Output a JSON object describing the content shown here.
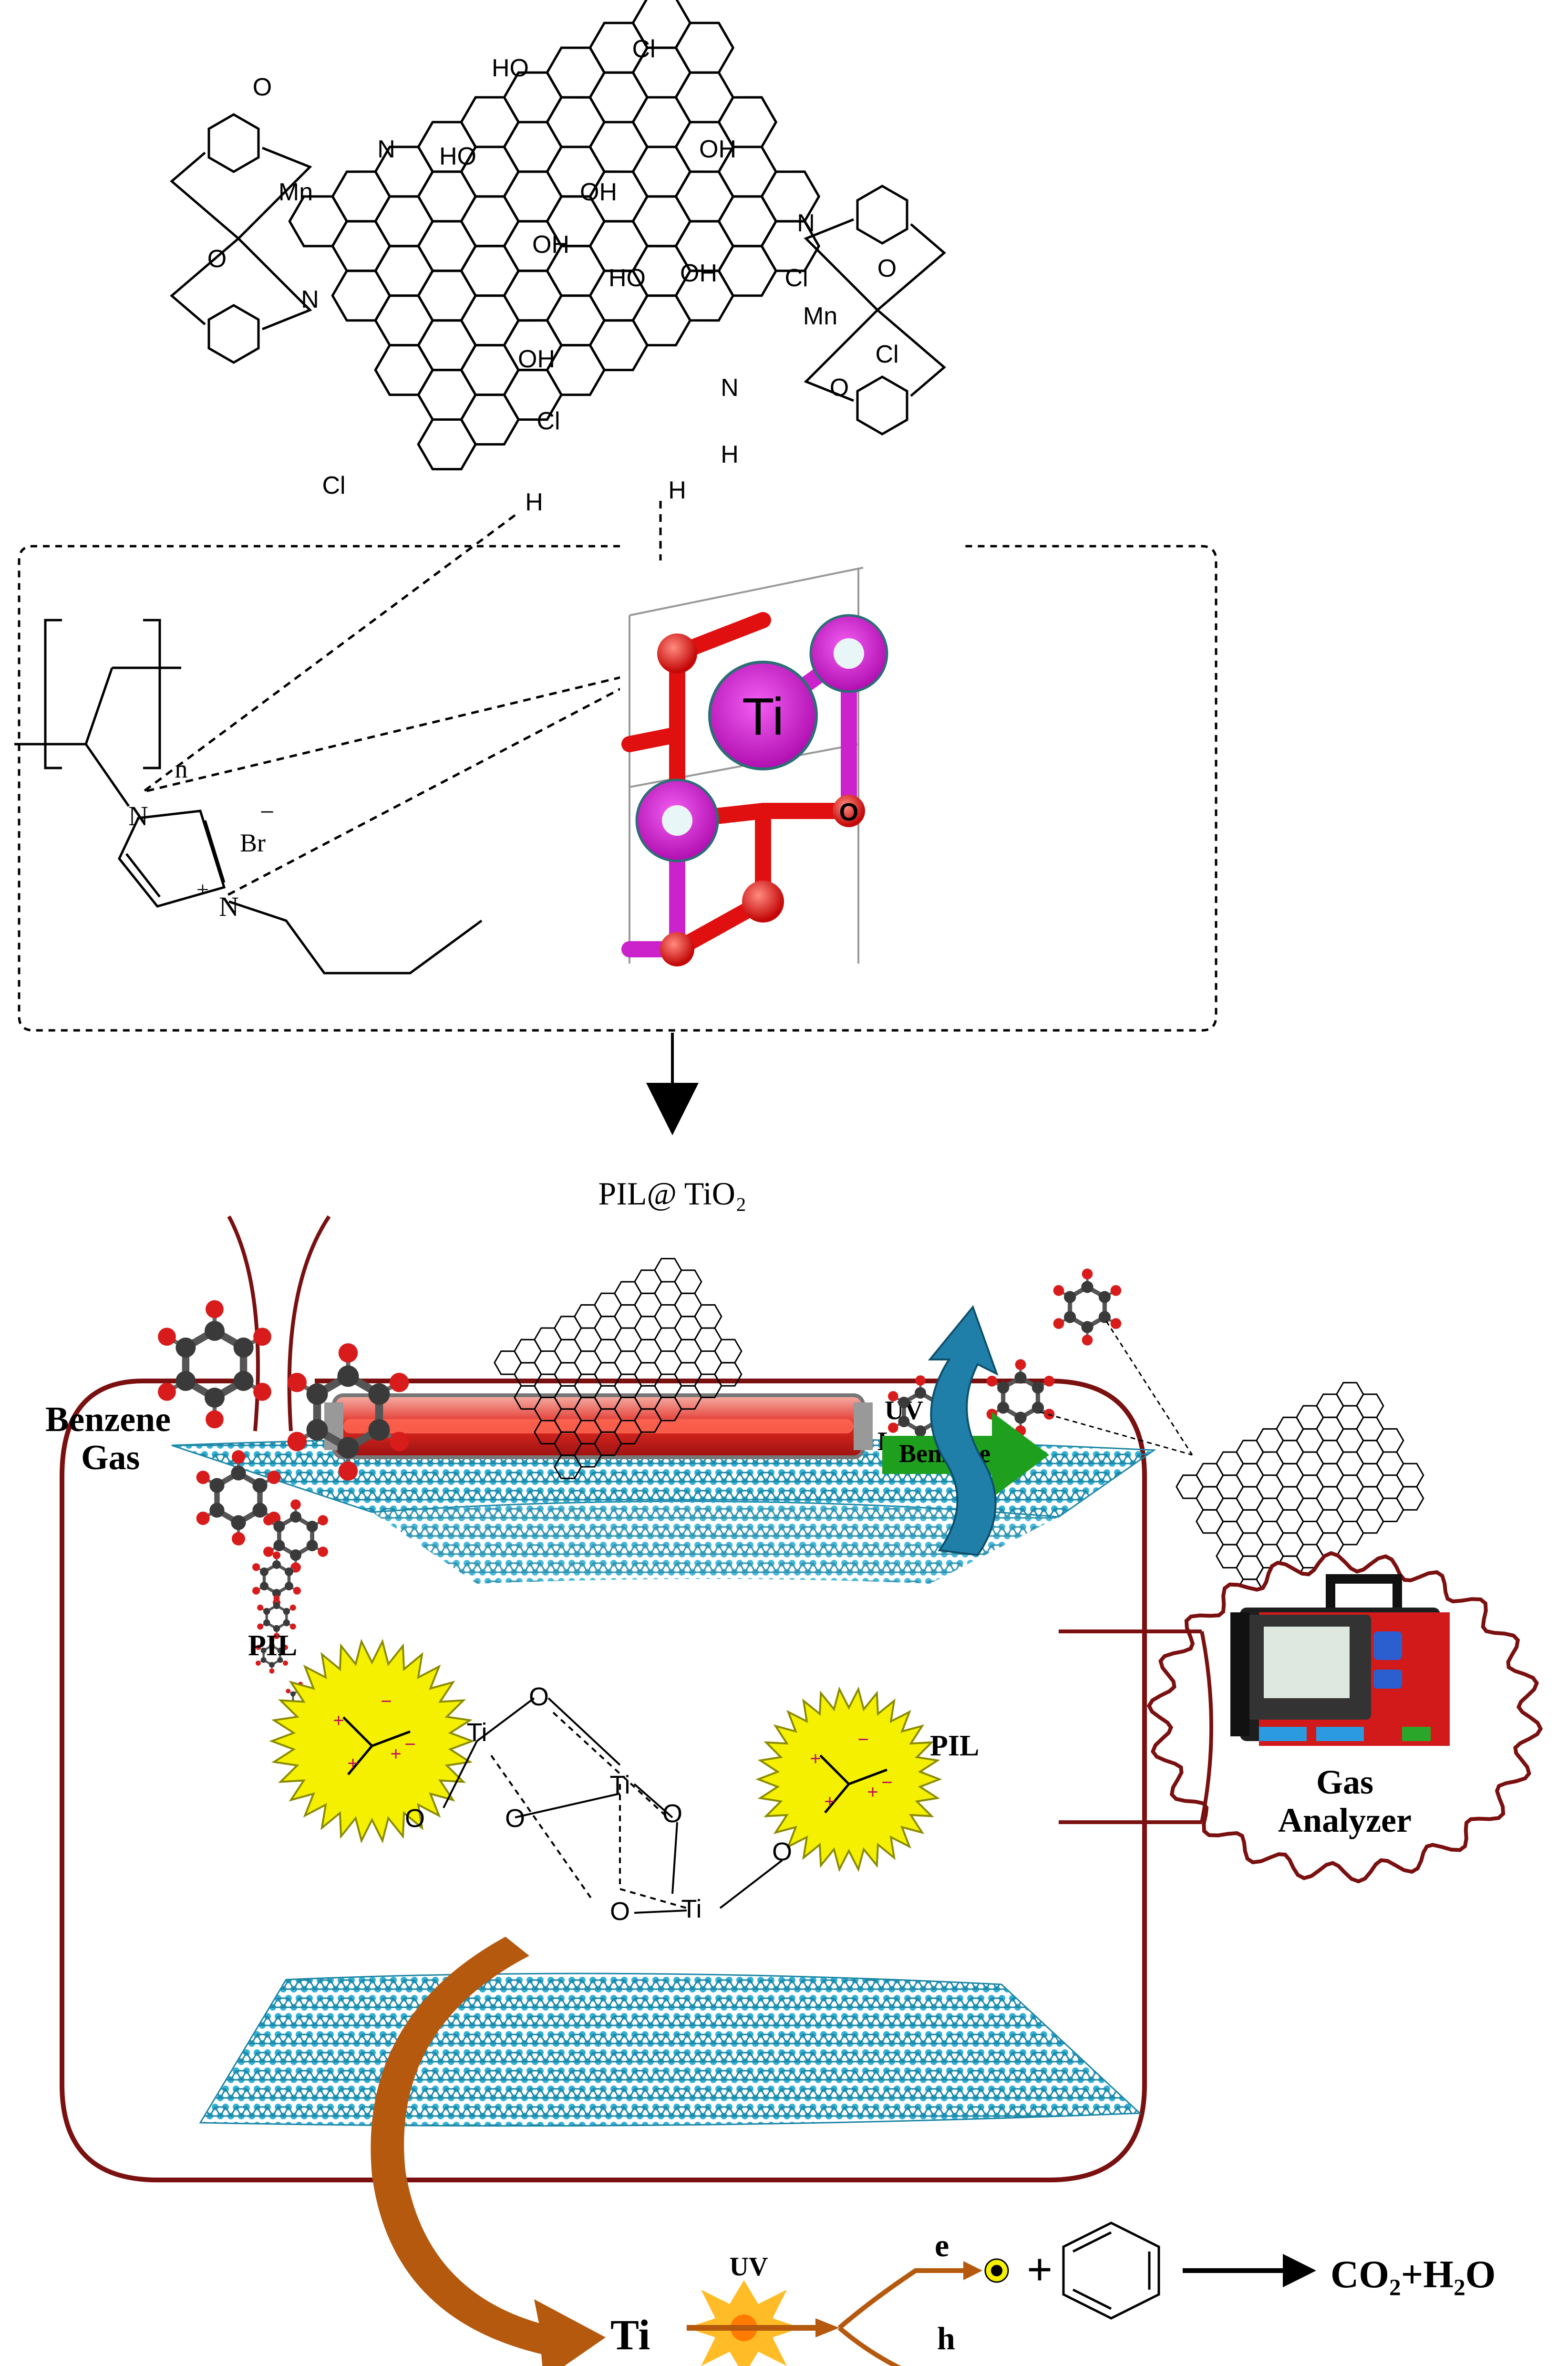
{
  "top_scheme": {
    "graphene_oxide_groups": {
      "carbonyl_chloride": "Cl",
      "hydroxyl": "OH",
      "hydroxyl_alt": "HO",
      "epoxide": "O",
      "chloro": "Cl",
      "hydrogen": "H",
      "amide_nitrogen": "N",
      "phenoxy_oxygen": "O",
      "metal": "Mn"
    },
    "pil_monomer": {
      "repeat_index": "n",
      "counter_ion": "Br",
      "counter_ion_charge": "−",
      "cation_charge": "+",
      "nitrogen": "N"
    },
    "tio2_crystal": {
      "ti_label": "Ti",
      "o_label": "O"
    },
    "product_label": "PIL@ TiO₂"
  },
  "bottom_scheme": {
    "benzene_gas_label_1": "Benzene",
    "benzene_gas_label_2": "Gas",
    "benzene_arrow_label": "Benzene",
    "uv_lamp_label_1": "UV",
    "uv_lamp_label_2": "Lamp",
    "pil_left_label": "PIL",
    "pil_right_label": "PIL",
    "gas_analyzer_label_1": "Gas",
    "gas_analyzer_label_2": "Analyzer",
    "ti_label": "Ti",
    "uv_label": "UV",
    "electron_label": "e",
    "hole_label": "h",
    "plus_sign": "+",
    "products": "CO₂+H₂O",
    "cluster_ti": "Ti",
    "cluster_o": "O"
  },
  "colors": {
    "line": "#000000",
    "ti_atom": "#cc22cc",
    "o_atom": "#e01010",
    "graphene": "#2aa7c9",
    "chamber": "#7a1010",
    "pil_star": "#f4f000",
    "uv_lamp": "#e8423a",
    "arrow_green": "#1ea01e",
    "arrow_blue": "#1f7fa8",
    "arrow_orange": "#b5590e",
    "analyzer_red": "#d21a1a"
  }
}
